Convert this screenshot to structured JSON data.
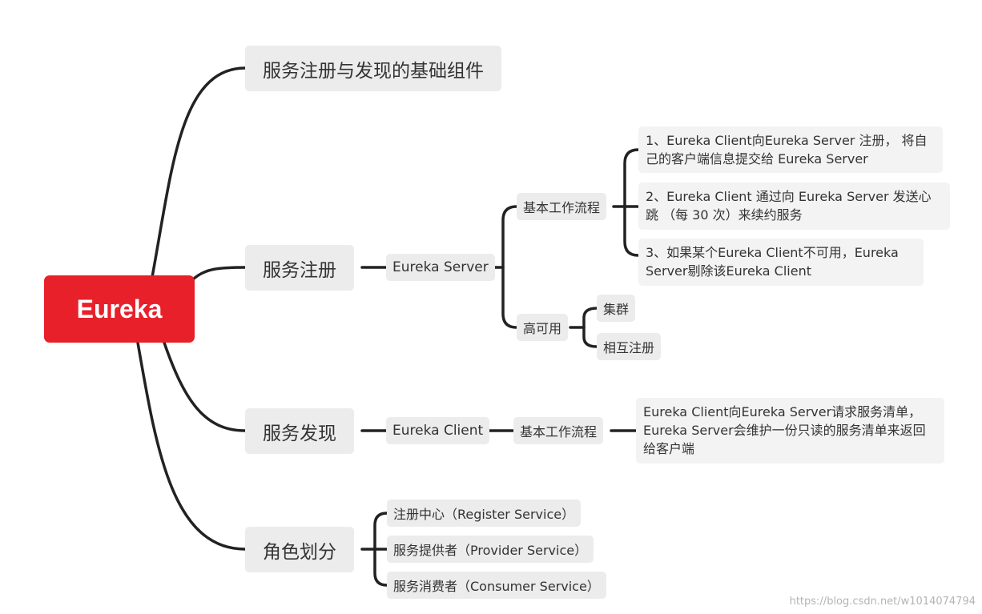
{
  "root": {
    "label": "Eureka",
    "color": "#e8202a"
  },
  "branches": {
    "foundation": "服务注册与发现的基础组件",
    "registration": {
      "label": "服务注册",
      "server": "Eureka Server",
      "workflow": {
        "label": "基本工作流程",
        "steps": [
          "1、Eureka Client向Eureka Server 注册， 将自己的客户端信息提交给 Eureka Server",
          "2、Eureka Client 通过向 Eureka Server 发送心跳 （每 30 次）来续约服务",
          "3、如果某个Eureka Client不可用，Eureka Server剔除该Eureka Client"
        ]
      },
      "ha": {
        "label": "高可用",
        "items": [
          "集群",
          "相互注册"
        ]
      }
    },
    "discovery": {
      "label": "服务发现",
      "client": "Eureka Client",
      "workflow_label": "基本工作流程",
      "detail": "Eureka Client向Eureka Server请求服务清单，Eureka Server会维护一份只读的服务清单来返回给客户端"
    },
    "roles": {
      "label": "角色划分",
      "items": [
        "注册中心（Register Service）",
        "服务提供者（Provider Service）",
        "服务消费者（Consumer Service）"
      ]
    }
  },
  "watermark": "https://blog.csdn.net/w1014074794"
}
